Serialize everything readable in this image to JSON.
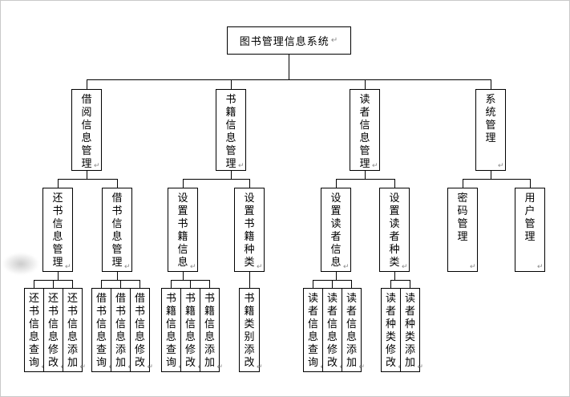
{
  "colors": {
    "line": "#000000",
    "node_background": "#ffffff",
    "paragraph_mark_gray": "#8a8a8a",
    "canvas_border": "#c9c9c9"
  },
  "paragraph_mark": "↵",
  "root": {
    "label": "图书管理信息系统"
  },
  "level2": [
    {
      "label": "借阅信息管理"
    },
    {
      "label": "书籍信息管理"
    },
    {
      "label": "读者信息管理"
    },
    {
      "label": "系统管理"
    }
  ],
  "level3": [
    {
      "label": "还书信息管理"
    },
    {
      "label": "借书信息管理"
    },
    {
      "label": "设置书籍信息"
    },
    {
      "label": "设置书籍种类"
    },
    {
      "label": "设置读者信息"
    },
    {
      "label": "设置读者种类"
    },
    {
      "label": "密码管理"
    },
    {
      "label": "用户管理"
    }
  ],
  "level4": [
    {
      "label": "还书信息查询"
    },
    {
      "label": "还书信息修改"
    },
    {
      "label": "还书信息添加"
    },
    {
      "label": "借书信息查询"
    },
    {
      "label": "借书信息添加"
    },
    {
      "label": "借书信息修改"
    },
    {
      "label": "书籍信息查询"
    },
    {
      "label": "书籍信息修改"
    },
    {
      "label": "书籍信息添加"
    },
    {
      "label": "书籍类别添改"
    },
    {
      "label": "读者信息查询"
    },
    {
      "label": "读者信息修改"
    },
    {
      "label": "读者信息添加"
    },
    {
      "label": "读者种类修改"
    },
    {
      "label": "读者种类添加"
    }
  ]
}
